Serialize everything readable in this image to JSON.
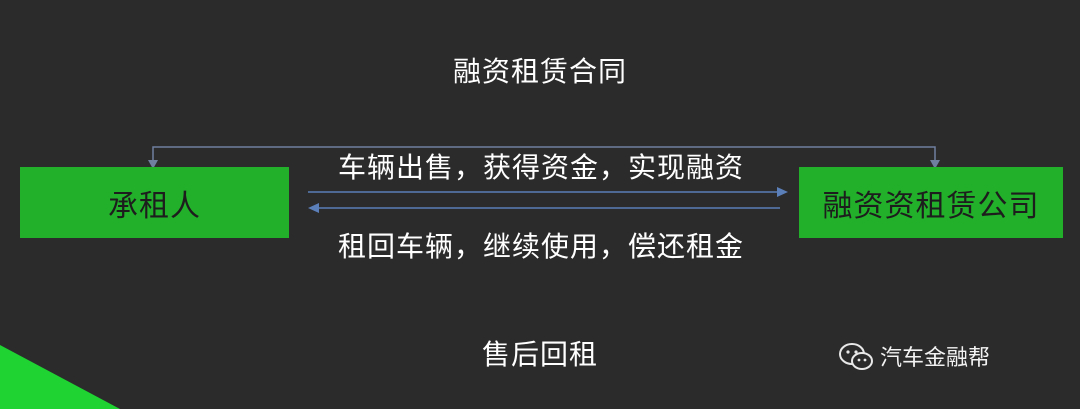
{
  "diagram": {
    "title": "融资租赁合同",
    "left_party": "承租人",
    "right_party": "融资资租赁公司",
    "arrow_to_right_label": "车辆出售，获得资金，实现融资",
    "arrow_to_left_label": "租回车辆，继续使用，偿还租金",
    "footer": "售后回租"
  },
  "watermark": {
    "text": "汽车金融帮",
    "icon": "wechat-icon"
  },
  "colors": {
    "background": "#2b2b2b",
    "box_fill": "#22b02a",
    "arrow_stroke": "#5b7fb8",
    "corner_accent": "#1fd332"
  }
}
